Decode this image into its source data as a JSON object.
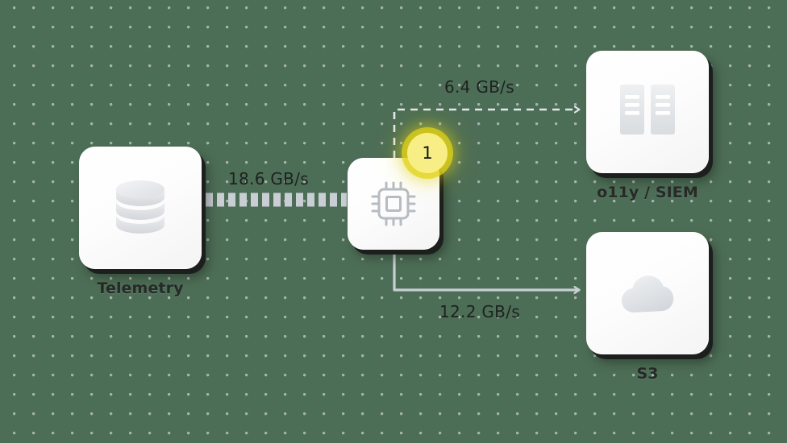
{
  "canvas": {
    "background_color": "#4d6e56",
    "dot_color": "#a8b3ae"
  },
  "nodes": [
    {
      "id": "telemetry",
      "label": "Telemetry",
      "icon": "database-icon"
    },
    {
      "id": "processor",
      "label": "",
      "icon": "cpu-chip-icon",
      "badge": "1"
    },
    {
      "id": "o11y",
      "label": "o11y / SIEM",
      "icon": "server-rack-icon"
    },
    {
      "id": "s3",
      "label": "S3",
      "icon": "cloud-icon"
    }
  ],
  "edges": [
    {
      "id": "telemetry-processor",
      "from": "telemetry",
      "to": "processor",
      "label": "18.6 GB/s",
      "style": "thick-dashed",
      "color": "#c9cfd4"
    },
    {
      "id": "processor-o11y",
      "from": "processor",
      "to": "o11y",
      "label": "6.4 GB/s",
      "style": "dashed",
      "color": "#e5e8ea"
    },
    {
      "id": "processor-s3",
      "from": "processor",
      "to": "s3",
      "label": "12.2 GB/s",
      "style": "solid",
      "color": "#c9cfd4"
    }
  ],
  "badge": {
    "value": "1",
    "fill_color": "#f7ef85",
    "glow_color": "#e2d216",
    "text_color": "#131313"
  },
  "chart_data": {
    "type": "diagram",
    "title": "",
    "nodes": [
      "Telemetry",
      "Processor",
      "o11y / SIEM",
      "S3"
    ],
    "links": [
      {
        "source": "Telemetry",
        "target": "Processor",
        "value": 18.6,
        "unit": "GB/s"
      },
      {
        "source": "Processor",
        "target": "o11y / SIEM",
        "value": 6.4,
        "unit": "GB/s"
      },
      {
        "source": "Processor",
        "target": "S3",
        "value": 12.2,
        "unit": "GB/s"
      }
    ]
  }
}
